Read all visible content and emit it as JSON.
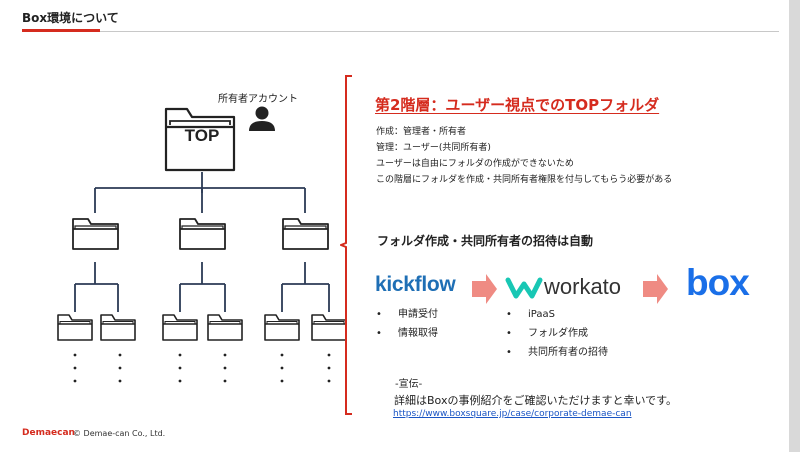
{
  "header": {
    "title": "Box環境について"
  },
  "diagram": {
    "owner_label": "所有者アカウント",
    "top_folder_label": "TOP",
    "dots": "・"
  },
  "section": {
    "title": "第2階層：ユーザー視点でのTOPフォルダ",
    "lines": [
      "作成：管理者・所有者",
      "管理：ユーザー(共同所有者)",
      "ユーザーは自由にフォルダの作成ができないため",
      "この階層にフォルダを作成・共同所有者権限を付与してもらう必要がある"
    ]
  },
  "automation": {
    "heading": "フォルダ作成・共同所有者の招待は自動",
    "kickflow": {
      "name": "kickflow",
      "bullets": [
        "申請受付",
        "情報取得"
      ]
    },
    "workato": {
      "name": "workato",
      "bullets": [
        "iPaaS",
        "フォルダ作成",
        "共同所有者の招待"
      ]
    },
    "box": {
      "name": "box"
    },
    "colors": {
      "arrow": "#ef8b83",
      "workato_mark": "#18c7b4",
      "accent": "#d52b1e"
    }
  },
  "promo": {
    "label": "-宣伝-",
    "text": "詳細はBoxの事例紹介をご確認いただけますと幸いです。",
    "link": "https://www.boxsquare.jp/case/corporate-demae-can"
  },
  "footer": {
    "brand": "Demaecan",
    "copyright": "© Demae-can Co., Ltd."
  }
}
